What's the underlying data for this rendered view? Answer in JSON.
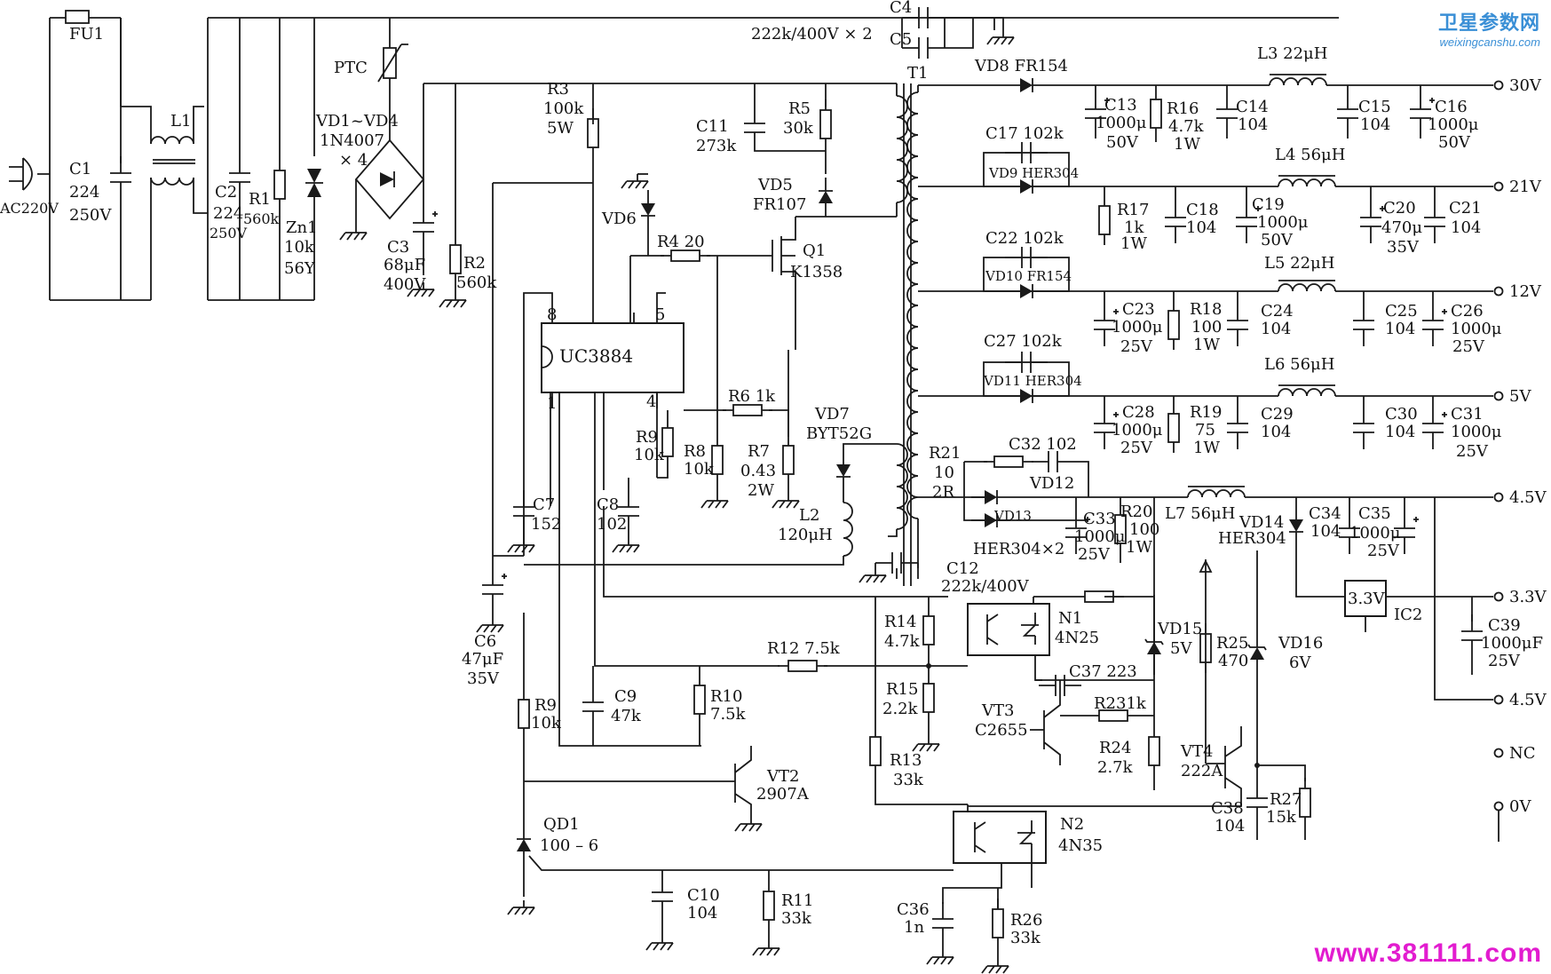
{
  "branding": {
    "site_cn": "卫星参数网",
    "site_en": "weixingcanshu.com",
    "watermark": "www.381111.com"
  },
  "labels": {
    "fu1": "FU1",
    "c1": [
      "C1",
      "224",
      "250V"
    ],
    "ac": "AC220V",
    "l1": "L1",
    "c2": [
      "C2",
      "224",
      "250V"
    ],
    "r1": [
      "R1",
      "560k"
    ],
    "zn1": [
      "Zn1",
      "10k",
      "56Y"
    ],
    "ptc": "PTC",
    "vd14007": [
      "VD1~VD4",
      "1N4007",
      "× 4"
    ],
    "c3": [
      "C3",
      "68μF",
      "400V"
    ],
    "r2": [
      "R2",
      "560k"
    ],
    "c4": "C4",
    "c5": "C5",
    "c45val": "222k/400V × 2",
    "t1": "T1",
    "r3": [
      "R3",
      "100k",
      "5W"
    ],
    "c11": [
      "C11",
      "273k"
    ],
    "r5": [
      "R5",
      "30k"
    ],
    "vd5": [
      "VD5",
      "FR107"
    ],
    "vd6": "VD6",
    "r4": "R4 20",
    "q1": [
      "Q1",
      "K1358"
    ],
    "ic": "UC3884",
    "pin8": "8",
    "pin5": "5",
    "pin1": "1",
    "pin4": "4",
    "r6": "R6 1k",
    "vd7": [
      "VD7",
      "BYT52G"
    ],
    "r9a": [
      "R9",
      "10k"
    ],
    "r8": [
      "R8",
      "10k"
    ],
    "r7": [
      "R7",
      "0.43",
      "2W"
    ],
    "l2": [
      "L2",
      "120μH"
    ],
    "c7": [
      "C7",
      "152"
    ],
    "c8": [
      "C8",
      "102"
    ],
    "c6": [
      "C6",
      "47μF",
      "35V"
    ],
    "r21": [
      "R21",
      "10",
      "2R"
    ],
    "c12": [
      "C12",
      "222k/400V"
    ],
    "r14": [
      "R14",
      "4.7k"
    ],
    "n1": [
      "N1",
      "4N25"
    ],
    "r12": "R12 7.5k",
    "r15": [
      "R15",
      "2.2k"
    ],
    "r13": [
      "R13",
      "33k"
    ],
    "r9b": [
      "R9",
      "10k"
    ],
    "c9": [
      "C9",
      "47k"
    ],
    "r10": [
      "R10",
      "7.5k"
    ],
    "vt2": [
      "VT2",
      "2907A"
    ],
    "qd1": [
      "QD1",
      "100 – 6"
    ],
    "c10": [
      "C10",
      "104"
    ],
    "r11": [
      "R11",
      "33k"
    ],
    "c36": [
      "C36",
      "1n"
    ],
    "r26": [
      "R26",
      "33k"
    ],
    "n2": [
      "N2",
      "4N35"
    ],
    "vt3": [
      "VT3",
      "C2655"
    ],
    "c37": "C37 223",
    "r23": "R231k",
    "r24": [
      "R24",
      "2.7k"
    ],
    "vd15": [
      "VD15",
      "5V"
    ],
    "r25": [
      "R25",
      "470"
    ],
    "vd16": [
      "VD16",
      "6V"
    ],
    "vt4": [
      "VT4",
      "222A"
    ],
    "c38": [
      "C38",
      "104"
    ],
    "r27": [
      "R27",
      "15k"
    ],
    "vd8": "VD8 FR154",
    "l3": "L3 22μH",
    "c13": [
      "C13",
      "1000μ",
      "50V"
    ],
    "r16": [
      "R16",
      "4.7k",
      "1W"
    ],
    "c14": [
      "C14",
      "104"
    ],
    "c15": [
      "C15",
      "104"
    ],
    "c16": [
      "C16",
      "1000μ",
      "50V"
    ],
    "c17": "C17 102k",
    "vd9": "VD9 HER304",
    "l4": "L4 56μH",
    "r17": [
      "R17",
      "1k",
      "1W"
    ],
    "c18": [
      "C18",
      "104"
    ],
    "c19": [
      "C19",
      "1000μ",
      "50V"
    ],
    "c20": [
      "C20",
      "470μ",
      "35V"
    ],
    "c21": [
      "C21",
      "104"
    ],
    "c22": "C22 102k",
    "vd10": "VD10 FR154",
    "l5": "L5 22μH",
    "c23": [
      "C23",
      "1000μ",
      "25V"
    ],
    "r18": [
      "R18",
      "100",
      "1W"
    ],
    "c24": [
      "C24",
      "104"
    ],
    "c25": [
      "C25",
      "104"
    ],
    "c26": [
      "C26",
      "1000μ",
      "25V"
    ],
    "c27": "C27 102k",
    "vd11": "VD11 HER304",
    "l6": "L6 56μH",
    "c28": [
      "C28",
      "1000μ",
      "25V"
    ],
    "r19": [
      "R19",
      "75",
      "1W"
    ],
    "c29": [
      "C29",
      "104"
    ],
    "c30": [
      "C30",
      "104"
    ],
    "c31": [
      "C31",
      "1000μ",
      "25V"
    ],
    "c32": "C32 102",
    "vd12": "VD12",
    "vd13": "VD13",
    "her304x2": "HER304×2",
    "c33": [
      "C33",
      "1000μ",
      "25V"
    ],
    "r20": [
      "R20",
      "100",
      "1W"
    ],
    "l7": "L7 56μH",
    "vd14": [
      "VD14",
      "HER304"
    ],
    "c34": [
      "C34",
      "104"
    ],
    "c35": [
      "C35",
      "1000μ",
      "25V"
    ],
    "ic2": "IC2",
    "ic2v": "3.3V",
    "c39": [
      "C39",
      "1000μF",
      "25V"
    ]
  },
  "outputs": [
    "30V",
    "21V",
    "12V",
    "5V",
    "4.5V",
    "3.3V",
    "4.5V",
    "NC",
    "0V"
  ]
}
